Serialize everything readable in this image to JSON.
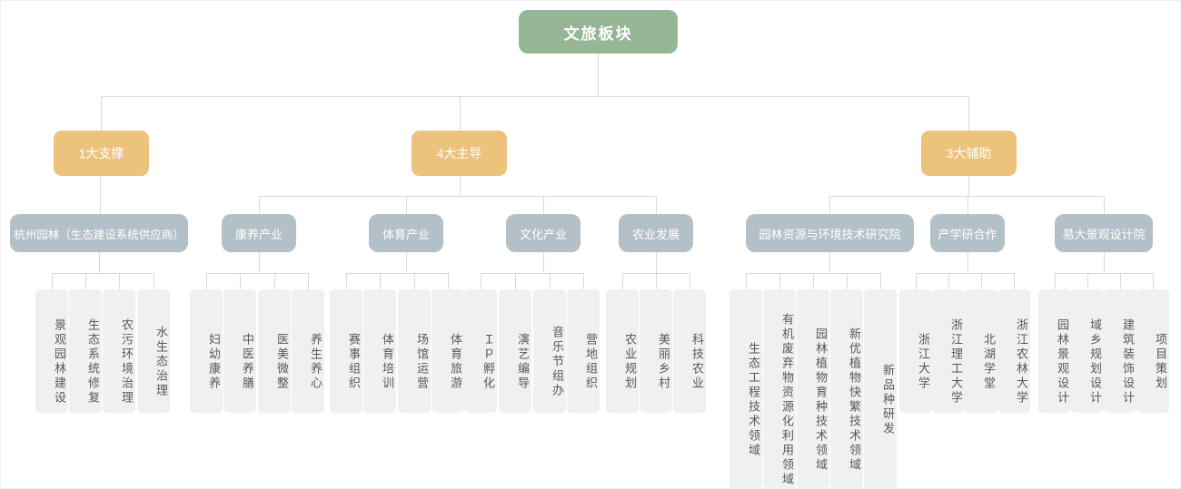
{
  "root": {
    "label": "文旅板块"
  },
  "colors": {
    "root_bg": "#95B795",
    "branch_bg": "#ECC27D",
    "category_bg": "#B4C0C8",
    "leaf_bg": "#F0F0F0",
    "leaf_text": "#595959",
    "connector_line": "#D9D9D9",
    "node_text": "#FFFFFF"
  },
  "branches": [
    {
      "label": "1大支撑",
      "groups": [
        {
          "label": "杭州园林（生态建设系统供应商）",
          "leaves": [
            "景观园林建设",
            "生态系统修复",
            "农污环境治理",
            "水生态治理"
          ]
        }
      ]
    },
    {
      "label": "4大主导",
      "groups": [
        {
          "label": "康养产业",
          "leaves": [
            "妇幼康养",
            "中医养膳",
            "医美微整",
            "养生养心"
          ]
        },
        {
          "label": "体育产业",
          "leaves": [
            "赛事组织",
            "体育培训",
            "场馆运营",
            "体育旅游"
          ]
        },
        {
          "label": "文化产业",
          "leaves": [
            "Ｉｐ孵化",
            "演艺编导",
            "音乐节组办",
            "营地组织"
          ]
        },
        {
          "label": "农业发展",
          "leaves": [
            "农业规划",
            "美丽乡村",
            "科技农业"
          ]
        }
      ]
    },
    {
      "label": "3大辅助",
      "groups": [
        {
          "label": "园林资源与环境技术研究院",
          "leaves": [
            "生态工程技术领域",
            "有机废弃物资源化利用领域",
            "园林植物育种技术领域",
            "新优植物快繁技术领域",
            "新品种研发"
          ]
        },
        {
          "label": "产学研合作",
          "leaves": [
            "浙江大学",
            "浙江理工大学",
            "北湖学堂",
            "浙江农林大学"
          ]
        },
        {
          "label": "易大景观设计院",
          "leaves": [
            "园林景观设计",
            "域乡规划设计",
            "建筑装饰设计",
            "项目策划"
          ]
        }
      ]
    }
  ]
}
